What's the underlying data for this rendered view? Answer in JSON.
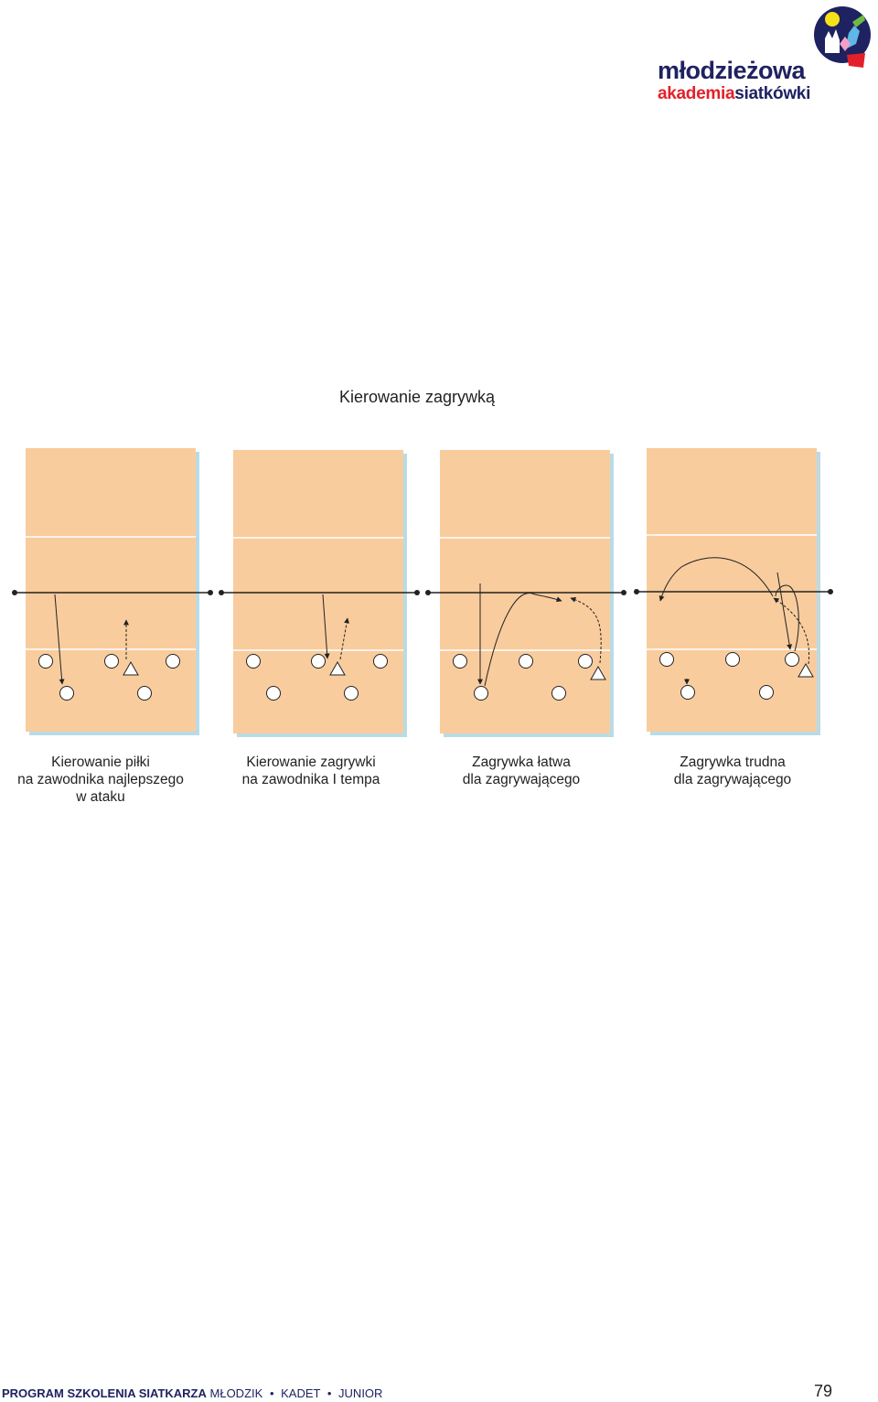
{
  "logo": {
    "line1": "młodzieżowa",
    "line2_part1": "akademia",
    "line2_part2": "siatkówki"
  },
  "title": "Kierowanie zagrywką",
  "captions": [
    [
      "Kierowanie piłki",
      "na zawodnika najlepszego",
      "w ataku"
    ],
    [
      "Kierowanie zagrywki",
      "na zawodnika I tempa"
    ],
    [
      "Zagrywka łatwa",
      "dla zagrywającego"
    ],
    [
      "Zagrywka trudna",
      "dla zagrywającego"
    ]
  ],
  "footer": {
    "program": "PROGRAM SZKOLENIA SIATKARZA",
    "level1": "MŁODZIK",
    "level2": "KADET",
    "level3": "JUNIOR",
    "separator": "•",
    "page": "79"
  },
  "colors": {
    "court": "#f9cc9d",
    "court_shadow": "#b9dbe7",
    "brand_blue": "#1f2260",
    "brand_red": "#e3202a"
  }
}
